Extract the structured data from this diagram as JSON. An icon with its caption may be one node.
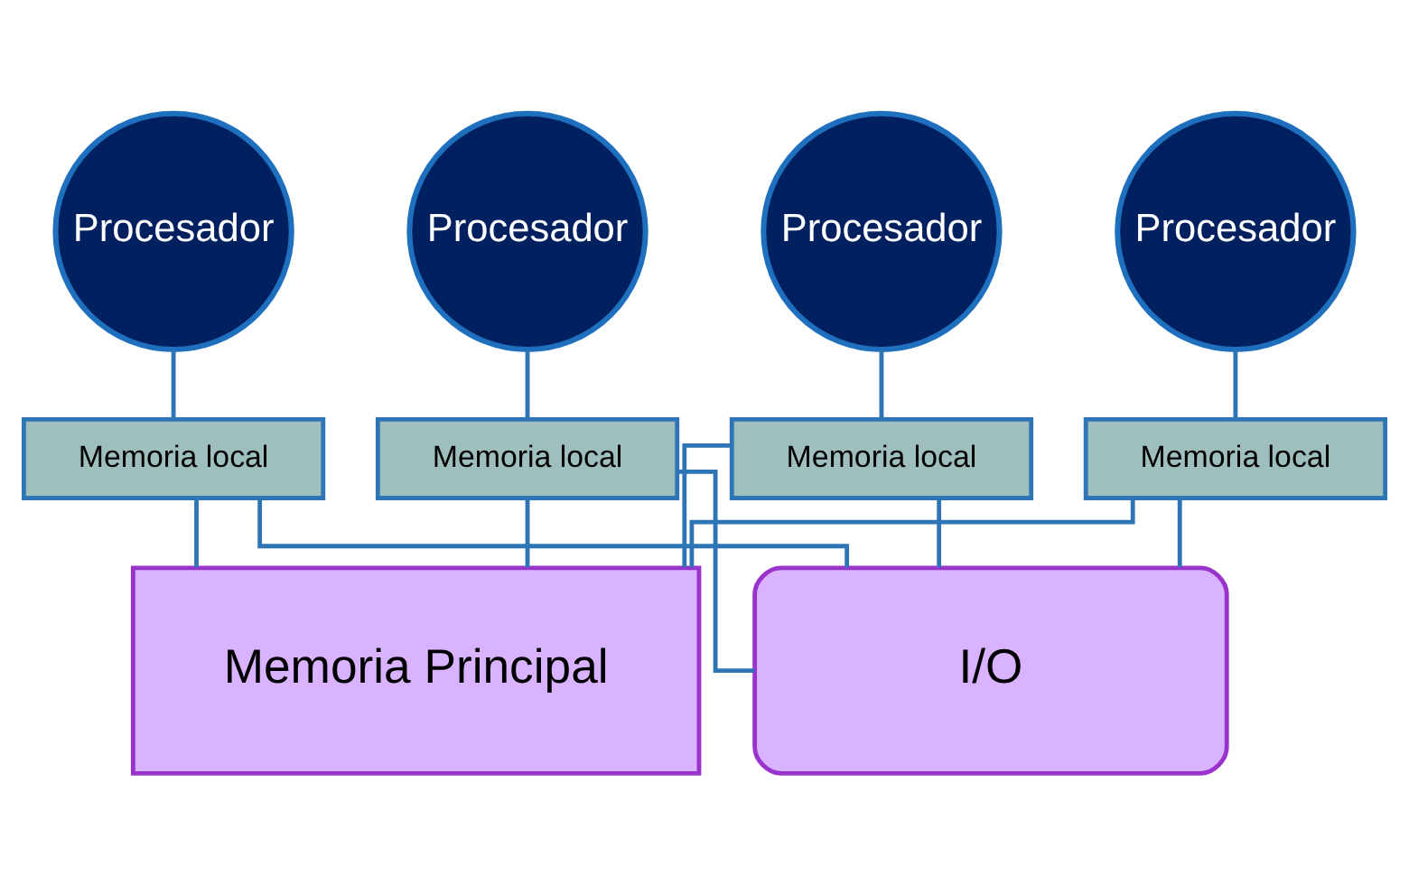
{
  "diagram": {
    "nodes": [
      {
        "text": [
          "Procesador"
        ]
      },
      {
        "text": [
          "Procesador"
        ]
      },
      {
        "text": [
          "Procesador"
        ]
      },
      {
        "text": [
          "Procesador"
        ]
      },
      {
        "text": [
          "Memoria local"
        ]
      },
      {
        "text": [
          "Memoria local"
        ]
      },
      {
        "text": [
          "Memoria local"
        ]
      },
      {
        "text": [
          "Memoria local"
        ]
      },
      {
        "text": [
          "Memoria Principal"
        ]
      },
      {
        "text": [
          "I/O"
        ]
      }
    ],
    "edges": [
      {
        "from": 0,
        "to": 4,
        "arrow": "none"
      },
      {
        "from": 1,
        "to": 5,
        "arrow": "none"
      },
      {
        "from": 2,
        "to": 6,
        "arrow": "none"
      },
      {
        "from": 3,
        "to": 7,
        "arrow": "none"
      },
      {
        "from": 4,
        "to": 8,
        "arrow": "none"
      },
      {
        "from": 5,
        "to": 8,
        "arrow": "none"
      },
      {
        "from": 6,
        "to": 8,
        "arrow": "none"
      },
      {
        "from": 7,
        "to": 8,
        "arrow": "none"
      },
      {
        "from": 4,
        "to": 9,
        "arrow": "none"
      },
      {
        "from": 5,
        "to": 9,
        "arrow": "none"
      },
      {
        "from": 6,
        "to": 9,
        "arrow": "none"
      },
      {
        "from": 7,
        "to": 9,
        "arrow": "none"
      }
    ]
  }
}
